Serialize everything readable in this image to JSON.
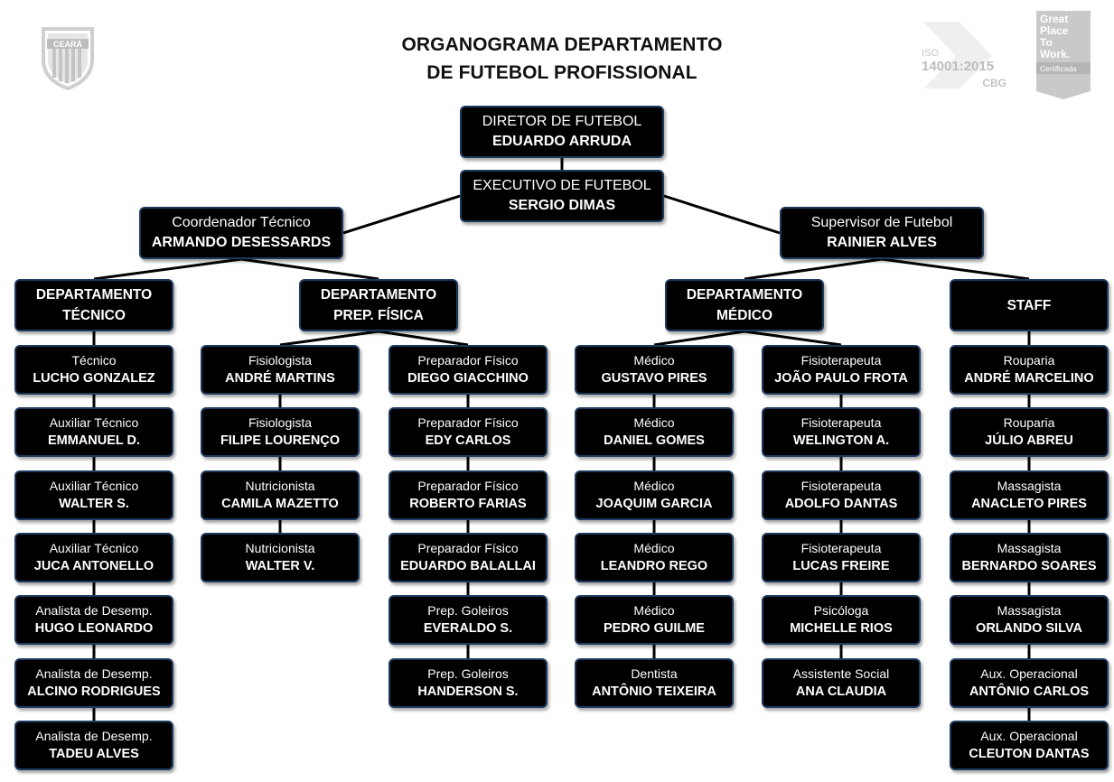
{
  "header": {
    "title_line1": "ORGANOGRAMA DEPARTAMENTO",
    "title_line2": "DE FUTEBOL PROFISSIONAL"
  },
  "logos": {
    "ceara_text": "CEARÁ",
    "iso_line1": "ISO",
    "iso_line2": "14001:2015",
    "iso_line3": "CBG",
    "gptw_line1": "Great",
    "gptw_line2": "Place",
    "gptw_line3": "To",
    "gptw_line4": "Work.",
    "gptw_line5": "Certificada"
  },
  "colors": {
    "box_fill": "#000000",
    "box_border": "#1f3a5f",
    "logo_gray": "#c9c9c9"
  },
  "nodes": [
    {
      "id": "diretor",
      "role": "DIRETOR DE FUTEBOL",
      "name": "EDUARDO ARRUDA"
    },
    {
      "id": "executivo",
      "role": "EXECUTIVO DE FUTEBOL",
      "name": "SERGIO DIMAS"
    },
    {
      "id": "coordenador",
      "role": "Coordenador Técnico",
      "name": "ARMANDO DESESSARDS"
    },
    {
      "id": "supervisor",
      "role": "Supervisor de Futebol",
      "name": "RAINIER ALVES"
    },
    {
      "id": "dep_tecnico",
      "role": "DEPARTAMENTO",
      "name": "TÉCNICO"
    },
    {
      "id": "dep_prep",
      "role": "DEPARTAMENTO",
      "name": "PREP. FÍSICA"
    },
    {
      "id": "dep_medico",
      "role": "DEPARTAMENTO",
      "name": "MÉDICO"
    },
    {
      "id": "staff",
      "role": "STAFF",
      "name": ""
    },
    {
      "id": "tec1",
      "role": "Técnico",
      "name": "LUCHO GONZALEZ"
    },
    {
      "id": "tec2",
      "role": "Auxiliar Técnico",
      "name": "EMMANUEL D."
    },
    {
      "id": "tec3",
      "role": "Auxiliar Técnico",
      "name": "WALTER S."
    },
    {
      "id": "tec4",
      "role": "Auxiliar Técnico",
      "name": "JUCA ANTONELLO"
    },
    {
      "id": "tec5",
      "role": "Analista de Desemp.",
      "name": "HUGO LEONARDO"
    },
    {
      "id": "tec6",
      "role": "Analista de Desemp.",
      "name": "ALCINO RODRIGUES"
    },
    {
      "id": "tec7",
      "role": "Analista de Desemp.",
      "name": "TADEU ALVES"
    },
    {
      "id": "fis1",
      "role": "Fisiologista",
      "name": "ANDRÉ MARTINS"
    },
    {
      "id": "fis2",
      "role": "Fisiologista",
      "name": "FILIPE LOURENÇO"
    },
    {
      "id": "fis3",
      "role": "Nutricionista",
      "name": "CAMILA MAZETTO"
    },
    {
      "id": "fis4",
      "role": "Nutricionista",
      "name": "WALTER V."
    },
    {
      "id": "pre1",
      "role": "Preparador Físico",
      "name": "DIEGO GIACCHINO"
    },
    {
      "id": "pre2",
      "role": "Preparador Físico",
      "name": "EDY CARLOS"
    },
    {
      "id": "pre3",
      "role": "Preparador Físico",
      "name": "ROBERTO FARIAS"
    },
    {
      "id": "pre4",
      "role": "Preparador Físico",
      "name": "EDUARDO BALALLAI"
    },
    {
      "id": "pre5",
      "role": "Prep. Goleiros",
      "name": "EVERALDO S."
    },
    {
      "id": "pre6",
      "role": "Prep. Goleiros",
      "name": "HANDERSON S."
    },
    {
      "id": "med1",
      "role": "Médico",
      "name": "GUSTAVO PIRES"
    },
    {
      "id": "med2",
      "role": "Médico",
      "name": "DANIEL GOMES"
    },
    {
      "id": "med3",
      "role": "Médico",
      "name": "JOAQUIM GARCIA"
    },
    {
      "id": "med4",
      "role": "Médico",
      "name": "LEANDRO REGO"
    },
    {
      "id": "med5",
      "role": "Médico",
      "name": "PEDRO GUILME"
    },
    {
      "id": "med6",
      "role": "Dentista",
      "name": "ANTÔNIO TEIXEIRA"
    },
    {
      "id": "fit1",
      "role": "Fisioterapeuta",
      "name": "JOÃO PAULO FROTA"
    },
    {
      "id": "fit2",
      "role": "Fisioterapeuta",
      "name": "WELINGTON A."
    },
    {
      "id": "fit3",
      "role": "Fisioterapeuta",
      "name": "ADOLFO DANTAS"
    },
    {
      "id": "fit4",
      "role": "Fisioterapeuta",
      "name": "LUCAS FREIRE"
    },
    {
      "id": "fit5",
      "role": "Psicóloga",
      "name": "MICHELLE RIOS"
    },
    {
      "id": "fit6",
      "role": "Assistente Social",
      "name": "ANA CLAUDIA"
    },
    {
      "id": "stf1",
      "role": "Rouparia",
      "name": "ANDRÉ MARCELINO"
    },
    {
      "id": "stf2",
      "role": "Rouparia",
      "name": "JÚLIO ABREU"
    },
    {
      "id": "stf3",
      "role": "Massagista",
      "name": "ANACLETO PIRES"
    },
    {
      "id": "stf4",
      "role": "Massagista",
      "name": "BERNARDO SOARES"
    },
    {
      "id": "stf5",
      "role": "Massagista",
      "name": "ORLANDO SILVA"
    },
    {
      "id": "stf6",
      "role": "Aux. Operacional",
      "name": "ANTÔNIO CARLOS"
    },
    {
      "id": "stf7",
      "role": "Aux. Operacional",
      "name": "CLEUTON DANTAS"
    }
  ],
  "edges": [
    [
      "diretor",
      "executivo"
    ],
    [
      "executivo",
      "coordenador"
    ],
    [
      "executivo",
      "supervisor"
    ],
    [
      "coordenador",
      "dep_tecnico"
    ],
    [
      "coordenador",
      "dep_prep"
    ],
    [
      "supervisor",
      "dep_medico"
    ],
    [
      "supervisor",
      "staff"
    ],
    [
      "dep_tecnico",
      "tec1"
    ],
    [
      "tec1",
      "tec2"
    ],
    [
      "tec2",
      "tec3"
    ],
    [
      "tec3",
      "tec4"
    ],
    [
      "tec4",
      "tec5"
    ],
    [
      "tec5",
      "tec6"
    ],
    [
      "tec6",
      "tec7"
    ],
    [
      "dep_prep",
      "fis1"
    ],
    [
      "fis1",
      "fis2"
    ],
    [
      "fis2",
      "fis3"
    ],
    [
      "fis3",
      "fis4"
    ],
    [
      "dep_prep",
      "pre1"
    ],
    [
      "pre1",
      "pre2"
    ],
    [
      "pre2",
      "pre3"
    ],
    [
      "pre3",
      "pre4"
    ],
    [
      "pre4",
      "pre5"
    ],
    [
      "pre5",
      "pre6"
    ],
    [
      "dep_medico",
      "med1"
    ],
    [
      "med1",
      "med2"
    ],
    [
      "med2",
      "med3"
    ],
    [
      "med3",
      "med4"
    ],
    [
      "med4",
      "med5"
    ],
    [
      "med5",
      "med6"
    ],
    [
      "dep_medico",
      "fit1"
    ],
    [
      "fit1",
      "fit2"
    ],
    [
      "fit2",
      "fit3"
    ],
    [
      "fit3",
      "fit4"
    ],
    [
      "fit4",
      "fit5"
    ],
    [
      "fit5",
      "fit6"
    ],
    [
      "staff",
      "stf1"
    ],
    [
      "stf1",
      "stf2"
    ],
    [
      "stf2",
      "stf3"
    ],
    [
      "stf3",
      "stf4"
    ],
    [
      "stf4",
      "stf5"
    ],
    [
      "stf5",
      "stf6"
    ],
    [
      "stf6",
      "stf7"
    ]
  ]
}
